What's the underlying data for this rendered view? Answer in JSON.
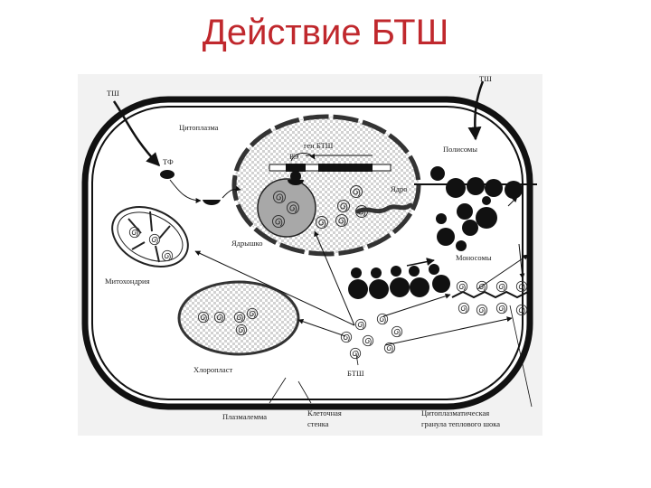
{
  "slide": {
    "title": "Действие БТШ"
  },
  "labels": {
    "tsh_left": "ТШ",
    "tsh_right": "ТШ",
    "cytoplasm": "Цитоплазма",
    "gene": "ген БТШ",
    "re": "РЭ",
    "tf": "ТФ",
    "polysomes": "Полисомы",
    "nucleus": "Ядро",
    "nucleolus": "Ядрышко",
    "mitochondria": "Митохондрия",
    "monosomes": "Моносомы",
    "chloroplast": "Хлоропласт",
    "btsh": "БТШ",
    "plasmalemma": "Плазмалемма",
    "cell_wall_line1": "Клеточная",
    "cell_wall_line2": "стенка",
    "granule_line1": "Цитоплазматическая",
    "granule_line2": "гранула теплового шока"
  },
  "colors": {
    "title": "#c0282d",
    "ink": "#111111",
    "panel": "#f2f2f2"
  }
}
